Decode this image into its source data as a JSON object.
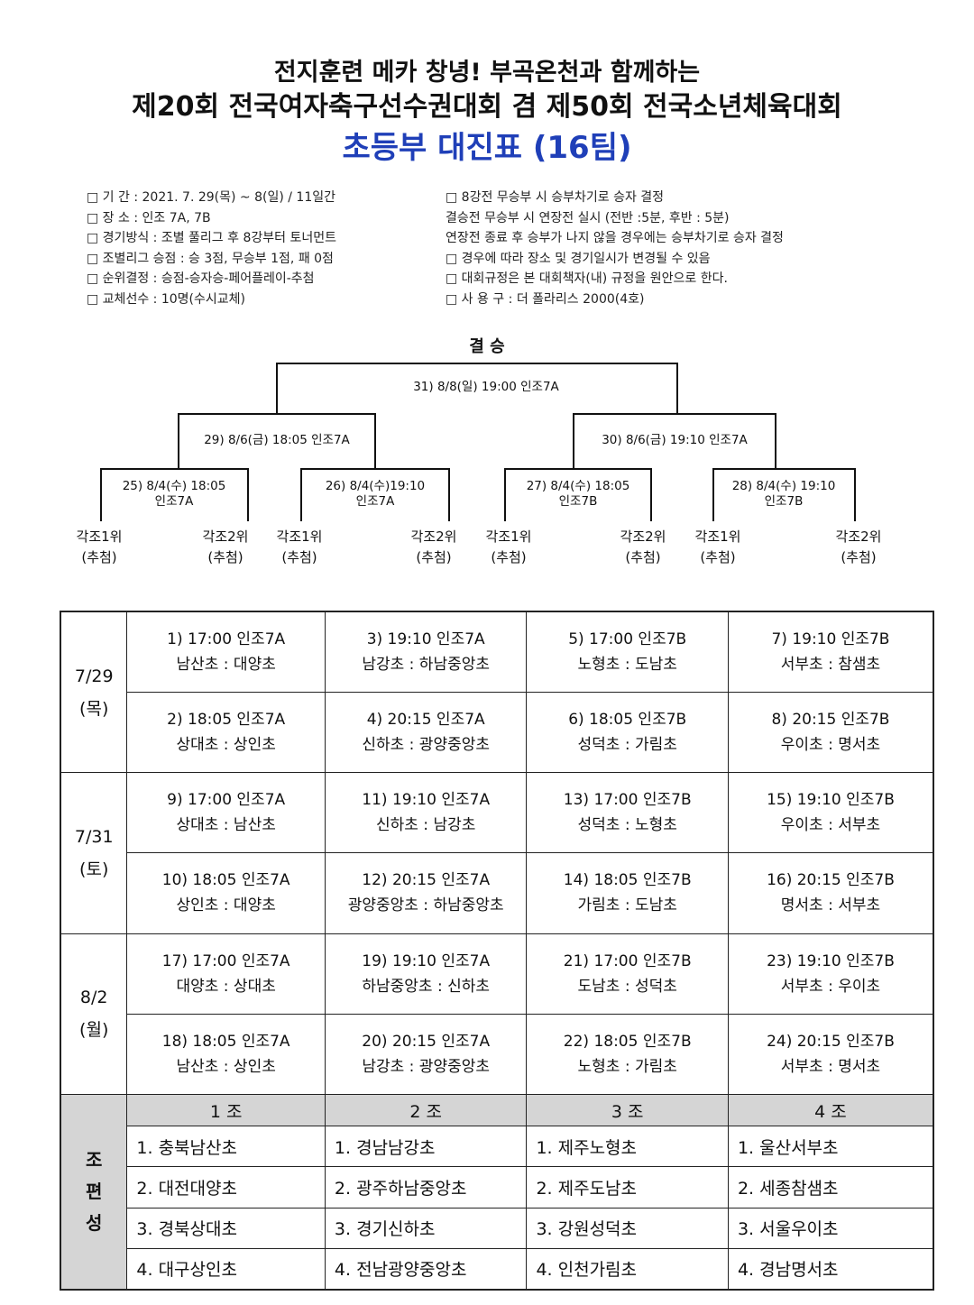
{
  "header": {
    "line1": "전지훈련 메카 창녕! 부곡온천과 함께하는",
    "line2": "제20회 전국여자축구선수권대회 겸 제50회 전국소년체육대회",
    "line3": "초등부 대진표 (16팀)"
  },
  "info_left": [
    "□ 기      간 : 2021. 7. 29(목) ~ 8(일) / 11일간",
    "□ 장      소 : 인조 7A, 7B",
    "□ 경기방식 : 조별 풀리그 후 8강부터 토너먼트",
    "□ 조별리그 승점 : 승 3점, 무승부 1점, 패 0점",
    "□ 순위결정 : 승점-승자승-페어플레이-추첨",
    "□ 교체선수 : 10명(수시교체)"
  ],
  "info_right": [
    "□ 8강전 무승부 시 승부차기로 승자 결정",
    "   결승전 무승부 시 연장전 실시 (전반 :5분, 후반 : 5분)",
    "   연장전 종료 후 승부가 나지 않을 경우에는 승부차기로 승자 결정",
    "□ 경우에 따라 장소 및 경기일시가 변경될 수 있음",
    "□ 대회규정은 본 대회책자(내) 규정을 원안으로 한다.",
    "□ 사 용 구 : 더 폴라리스 2000(4호)"
  ],
  "bracket": {
    "final_label": "결  승",
    "final": "31) 8/8(일) 19:00 인조7A",
    "semi1": "29) 8/6(금) 18:05 인조7A",
    "semi2": "30) 8/6(금) 19:10 인조7A",
    "qf": [
      {
        "line1": "25) 8/4(수) 18:05",
        "line2": "인조7A"
      },
      {
        "line1": "26) 8/4(수)19:10",
        "line2": "인조7A"
      },
      {
        "line1": "27) 8/4(수) 18:05",
        "line2": "인조7B"
      },
      {
        "line1": "28) 8/4(수) 19:10",
        "line2": "인조7B"
      }
    ],
    "ranks": [
      {
        "rank": "각조1위",
        "note": "(추첨)"
      },
      {
        "rank": "각조2위",
        "note": "(추첨)"
      },
      {
        "rank": "각조1위",
        "note": "(추첨)"
      },
      {
        "rank": "각조2위",
        "note": "(추첨)"
      },
      {
        "rank": "각조1위",
        "note": "(추첨)"
      },
      {
        "rank": "각조2위",
        "note": "(추첨)"
      },
      {
        "rank": "각조1위",
        "note": "(추첨)"
      },
      {
        "rank": "각조2위",
        "note": "(추첨)"
      }
    ]
  },
  "schedule": [
    {
      "date": "7/29",
      "day": "(목)",
      "rows": [
        [
          [
            "1) 17:00 인조7A",
            "남산초 : 대양초"
          ],
          [
            "3) 19:10 인조7A",
            "남강초 : 하남중앙초"
          ],
          [
            "5) 17:00 인조7B",
            "노형초 : 도남초"
          ],
          [
            "7) 19:10 인조7B",
            "서부초 : 참샘초"
          ]
        ],
        [
          [
            "2) 18:05 인조7A",
            "상대초 : 상인초"
          ],
          [
            "4) 20:15 인조7A",
            "신하초 : 광양중앙초"
          ],
          [
            "6) 18:05 인조7B",
            "성덕초 : 가림초"
          ],
          [
            "8) 20:15 인조7B",
            "우이초 : 명서초"
          ]
        ]
      ]
    },
    {
      "date": "7/31",
      "day": "(토)",
      "rows": [
        [
          [
            "9) 17:00 인조7A",
            "상대초 : 남산초"
          ],
          [
            "11) 19:10 인조7A",
            "신하초 : 남강초"
          ],
          [
            "13) 17:00 인조7B",
            "성덕초 : 노형초"
          ],
          [
            "15) 19:10 인조7B",
            "우이초 : 서부초"
          ]
        ],
        [
          [
            "10) 18:05 인조7A",
            "상인초 : 대양초"
          ],
          [
            "12) 20:15 인조7A",
            "광양중앙초 : 하남중앙초"
          ],
          [
            "14) 18:05 인조7B",
            "가림초 : 도남초"
          ],
          [
            "16) 20:15 인조7B",
            "명서초 : 서부초"
          ]
        ]
      ]
    },
    {
      "date": "8/2",
      "day": "(월)",
      "rows": [
        [
          [
            "17) 17:00 인조7A",
            "대양초 : 상대초"
          ],
          [
            "19) 19:10 인조7A",
            "하남중앙초 : 신하초"
          ],
          [
            "21) 17:00 인조7B",
            "도남초 : 성덕초"
          ],
          [
            "23) 19:10 인조7B",
            "서부초 : 우이초"
          ]
        ],
        [
          [
            "18) 18:05 인조7A",
            "남산초 : 상인초"
          ],
          [
            "20) 20:15 인조7A",
            "남강초 : 광양중앙초"
          ],
          [
            "22) 18:05 인조7B",
            "노형초 : 가림초"
          ],
          [
            "24) 20:15 인조7B",
            "서부초 : 명서초"
          ]
        ]
      ]
    }
  ],
  "groups": {
    "side_label": [
      "조",
      "편",
      "성"
    ],
    "headers": [
      "1 조",
      "2 조",
      "3 조",
      "4 조"
    ],
    "teams": [
      [
        "1. 충북남산초",
        "1. 경남남강초",
        "1. 제주노형초",
        "1. 울산서부초"
      ],
      [
        "2. 대전대양초",
        "2. 광주하남중앙초",
        "2. 제주도남초",
        "2. 세종참샘초"
      ],
      [
        "3. 경북상대초",
        "3. 경기신하초",
        "3. 강원성덕초",
        "3. 서울우이초"
      ],
      [
        "4. 대구상인초",
        "4. 전남광양중앙초",
        "4. 인천가림초",
        "4. 경남명서초"
      ]
    ]
  }
}
